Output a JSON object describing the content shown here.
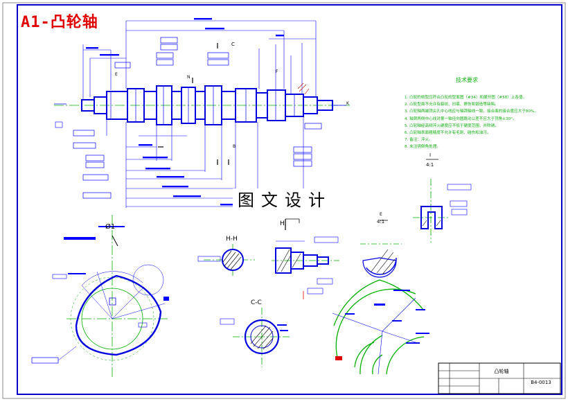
{
  "badge": "A1-凸轮轴",
  "watermark": "图文设计",
  "technical_requirements": {
    "title": "技术要求",
    "items": [
      "1. 凸轮的桃型应符合凸轮的型面图（#34）和展开图（#58）上各值。",
      "2. 凸轮型面不允许有裂纹、凹痕、擦伤和锻造等缺陷。",
      "3. 凸轮轴两端顶尖孔中心线应与轴颈轴线一致，接合面的接合度应大于80%。",
      "4. 轴颈两侧中心线对第一轴径向圆跳动公差不应大于顶角±30°。",
      "5. 凸轮轴经高频淬火硬度应不低于硬度范围，并除锈。",
      "6. 凸轮轴表面粗糙度不允许有毛刺、碰伤和油污。",
      "7. 备注：淬火。",
      "8. 未注明倒角处理。"
    ]
  },
  "section_labels": {
    "h_h": "H-H",
    "c_c": "C-C",
    "h": "H",
    "c": "C",
    "d1": "Ø1",
    "scale_k": "K",
    "view_i": "I",
    "view_i_scale": "4:1",
    "view_e_scale": "4:1",
    "view_e": "E",
    "label_n": "N",
    "label_f": "F",
    "label_e": "E",
    "label_b": "B"
  },
  "title_block": {
    "part_name": "凸轮轴",
    "drawing_code": "B4-0013"
  },
  "colors": {
    "frame": "#0000c8",
    "outline": "#0000e0",
    "centerline": "#00b000",
    "dimension": "#0000ff",
    "leader": "#e00000",
    "hatch": "#000000"
  }
}
